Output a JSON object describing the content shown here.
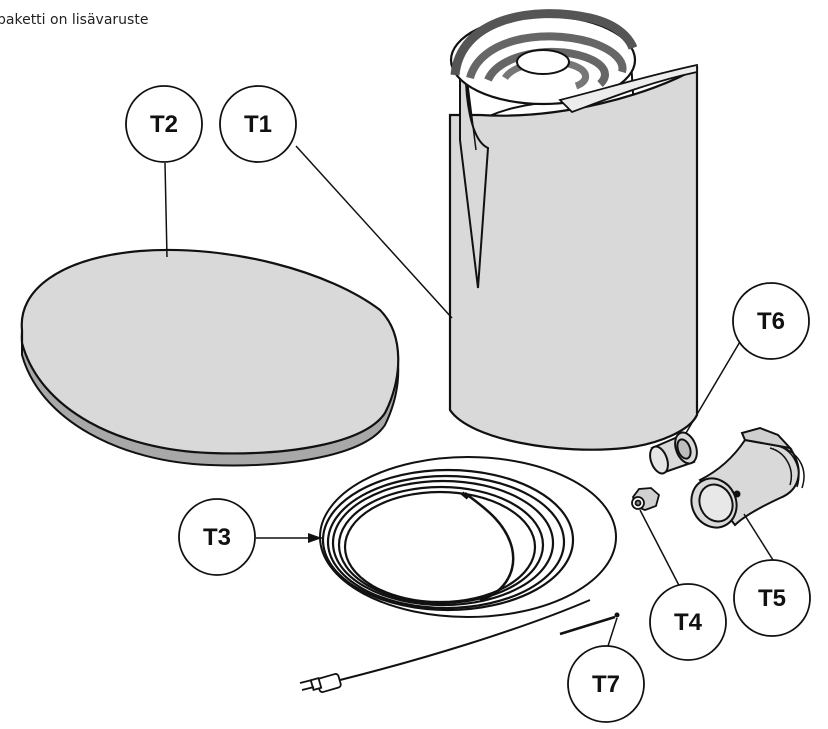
{
  "caption": "paketti on lisävaruste",
  "callouts": {
    "t1": "T1",
    "t2": "T2",
    "t3": "T3",
    "t4": "T4",
    "t5": "T5",
    "t6": "T6",
    "t7": "T7"
  },
  "colors": {
    "panel_fill": "#d9d9d9",
    "panel_edge": "#a8a8a8",
    "outline": "#111111",
    "background": "#ffffff"
  }
}
